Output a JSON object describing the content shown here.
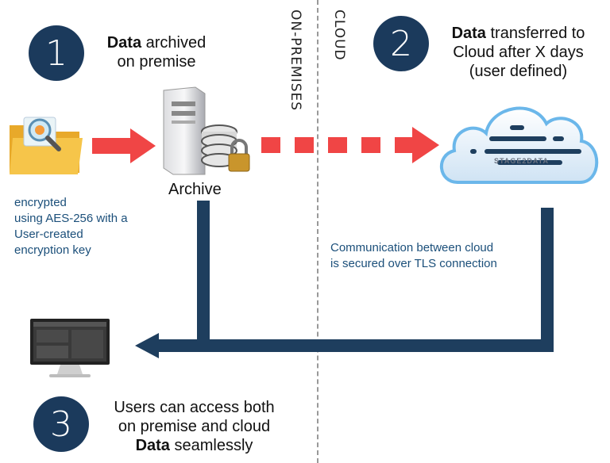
{
  "labels": {
    "on_premises": "ON-PREMISES",
    "cloud": "CLOUD"
  },
  "steps": [
    {
      "number": "1",
      "bold": "Data",
      "text_line1": " archived",
      "text_line2": "on premise"
    },
    {
      "number": "2",
      "bold": "Data",
      "text_line1": " transferred to",
      "text_line2": "Cloud after X days",
      "text_line3": "(user defined)"
    },
    {
      "number": "3",
      "line1": "Users can access both",
      "line2": "on premise and cloud",
      "bold": "Data",
      "line3_rest": " seamlessly"
    }
  ],
  "archive_label": "Archive",
  "encryption_note": [
    "encrypted",
    "using AES-256 with a",
    "User-created",
    "encryption key"
  ],
  "tls_note": [
    "Communication between cloud",
    "is secured over TLS connection"
  ],
  "cloud_brand": "STAGE2DATA",
  "colors": {
    "navy": "#1b3a5c",
    "arrow_red": "#f04545",
    "blue_text": "#1b4f7a"
  },
  "icons": [
    "folder-search-icon",
    "server-icon",
    "database-lock-icon",
    "cloud-icon",
    "monitor-icon"
  ]
}
